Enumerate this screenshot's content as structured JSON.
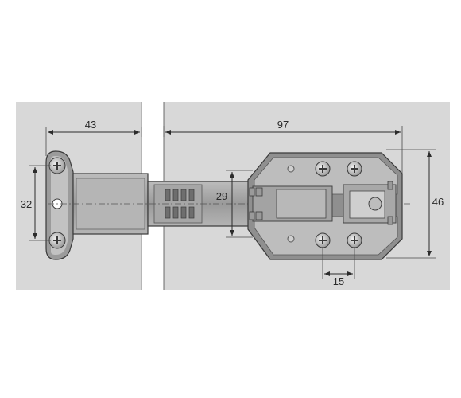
{
  "dimensions": {
    "hinge_plate_depth": "43",
    "hole_spacing": "32",
    "arm_length": "97",
    "cup_inner_height": "29",
    "cup_height": "46",
    "screw_spacing": "15"
  },
  "colors": {
    "panel": "#d8d8d8",
    "metal_dark": "#8a8a8a",
    "metal_mid": "#a9a9a9",
    "metal_light": "#c6c6c6",
    "line": "#2b2b2b"
  }
}
